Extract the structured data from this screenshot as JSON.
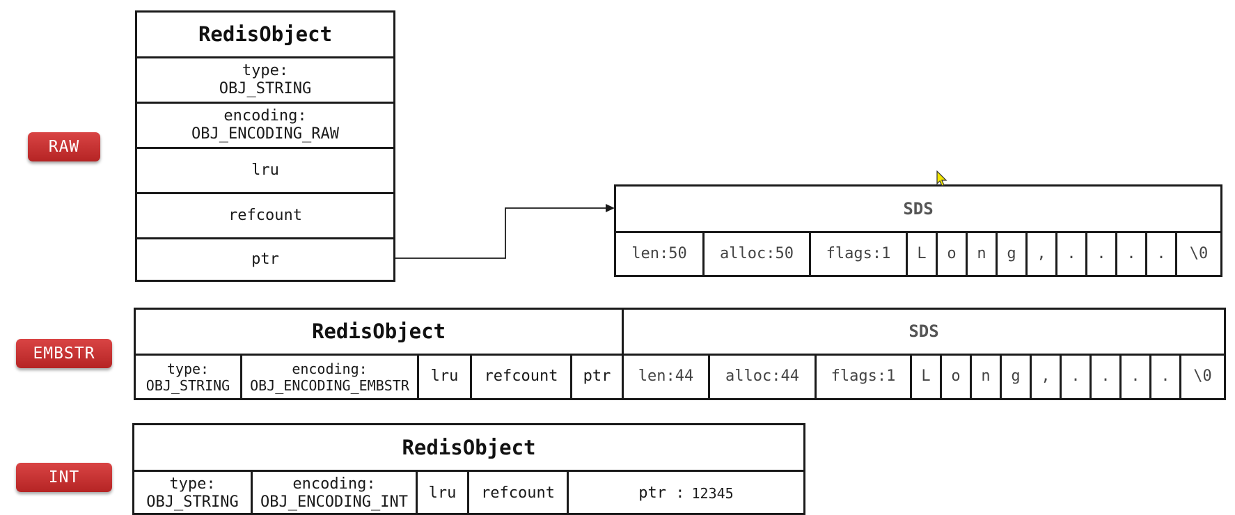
{
  "badges": {
    "raw": "RAW",
    "embstr": "EMBSTR",
    "int": "INT"
  },
  "raw": {
    "object": {
      "title": "RedisObject",
      "type_label": "type:",
      "type_value": "OBJ_STRING",
      "encoding_label": "encoding:",
      "encoding_value": "OBJ_ENCODING_RAW",
      "lru": "lru",
      "refcount": "refcount",
      "ptr": "ptr"
    },
    "sds": {
      "title": "SDS",
      "cells": [
        "len:50",
        "alloc:50",
        "flags:1",
        "L",
        "o",
        "n",
        "g",
        ",",
        ".",
        ".",
        ".",
        ".",
        "\\0"
      ]
    }
  },
  "embstr": {
    "object_title": "RedisObject",
    "sds_title": "SDS",
    "type_label": "type:",
    "type_value": "OBJ_STRING",
    "encoding_label": "encoding:",
    "encoding_value": "OBJ_ENCODING_EMBSTR",
    "lru": "lru",
    "refcount": "refcount",
    "ptr": "ptr",
    "sds_cells": [
      "len:44",
      "alloc:44",
      "flags:1",
      "L",
      "o",
      "n",
      "g",
      ",",
      ".",
      ".",
      ".",
      ".",
      "\\0"
    ]
  },
  "int": {
    "title": "RedisObject",
    "type_label": "type:",
    "type_value": "OBJ_STRING",
    "encoding_label": "encoding:",
    "encoding_value": "OBJ_ENCODING_INT",
    "lru": "lru",
    "refcount": "refcount",
    "ptr_label": "ptr :",
    "ptr_value": "12345"
  },
  "colors": {
    "badge": "#c62f2f",
    "line": "#1a1a1a",
    "sds_title": "#555555"
  }
}
